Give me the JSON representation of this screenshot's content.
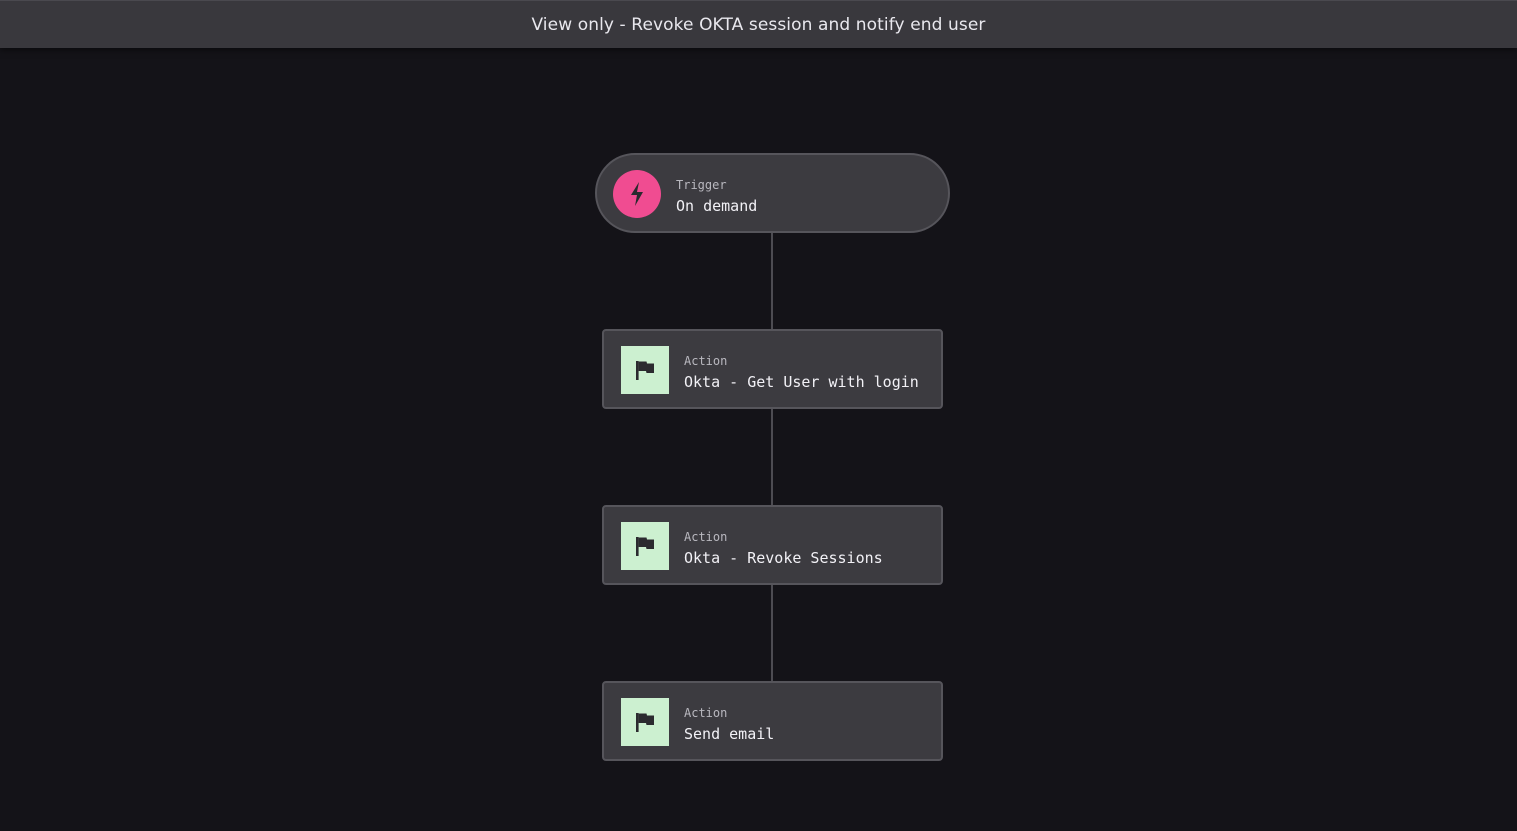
{
  "header": {
    "title": "View only - Revoke OKTA session and notify end user"
  },
  "workflow": {
    "trigger": {
      "type_label": "Trigger",
      "name": "On demand",
      "icon": "lightning-bolt-icon",
      "icon_color": "#f04c91"
    },
    "actions": [
      {
        "type_label": "Action",
        "name": "Okta - Get User with login",
        "icon": "flag-icon",
        "icon_bg": "#ccf0d0"
      },
      {
        "type_label": "Action",
        "name": "Okta - Revoke Sessions",
        "icon": "flag-icon",
        "icon_bg": "#ccf0d0"
      },
      {
        "type_label": "Action",
        "name": "Send email",
        "icon": "flag-icon",
        "icon_bg": "#ccf0d0"
      }
    ]
  },
  "colors": {
    "background": "#141318",
    "header_bg": "#39383d",
    "node_bg": "#3c3b40",
    "node_border": "#56555b",
    "connector": "#4d4c52"
  }
}
